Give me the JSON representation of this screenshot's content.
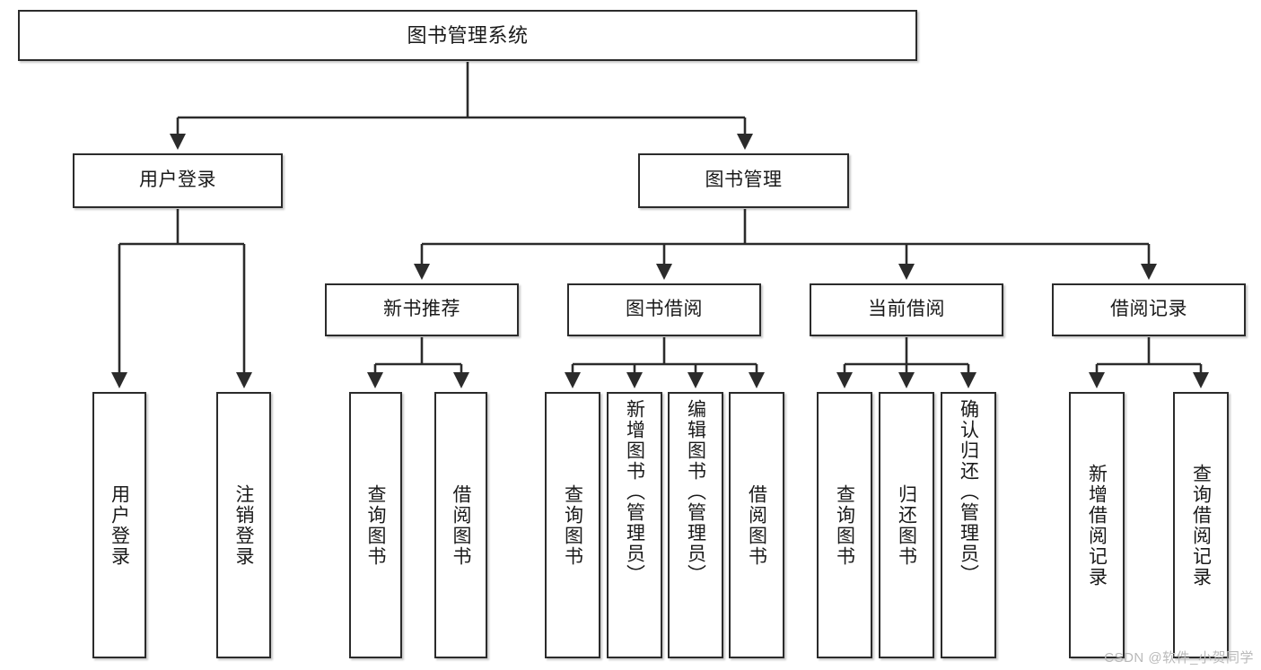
{
  "diagram": {
    "title": "图书管理系统",
    "type": "tree",
    "root": {
      "id": "root",
      "label": "图书管理系统"
    },
    "level2": [
      {
        "id": "user-login",
        "label": "用户登录"
      },
      {
        "id": "book-management",
        "label": "图书管理"
      }
    ],
    "level3": [
      {
        "id": "new-book-recommend",
        "label": "新书推荐",
        "parent": "book-management"
      },
      {
        "id": "book-borrow",
        "label": "图书借阅",
        "parent": "book-management"
      },
      {
        "id": "current-borrow",
        "label": "当前借阅",
        "parent": "book-management"
      },
      {
        "id": "borrow-record",
        "label": "借阅记录",
        "parent": "book-management"
      }
    ],
    "leaves": [
      {
        "id": "leaf-user-login",
        "label": "用户登录",
        "parent": "user-login"
      },
      {
        "id": "leaf-logout-login",
        "label": "注销登录",
        "parent": "user-login"
      },
      {
        "id": "leaf-query-book-1",
        "label": "查询图书",
        "parent": "new-book-recommend"
      },
      {
        "id": "leaf-borrow-book-1",
        "label": "借阅图书",
        "parent": "new-book-recommend"
      },
      {
        "id": "leaf-query-book-2",
        "label": "查询图书",
        "parent": "book-borrow"
      },
      {
        "id": "leaf-add-book",
        "label": "新增图书（管理员）",
        "parent": "book-borrow"
      },
      {
        "id": "leaf-edit-book",
        "label": "编辑图书（管理员）",
        "parent": "book-borrow"
      },
      {
        "id": "leaf-borrow-book-2",
        "label": "借阅图书",
        "parent": "book-borrow"
      },
      {
        "id": "leaf-query-book-3",
        "label": "查询图书",
        "parent": "current-borrow"
      },
      {
        "id": "leaf-return-book",
        "label": "归还图书",
        "parent": "current-borrow"
      },
      {
        "id": "leaf-confirm-return",
        "label": "确认归还（管理员）",
        "parent": "current-borrow"
      },
      {
        "id": "leaf-add-record",
        "label": "新增借阅记录",
        "parent": "borrow-record"
      },
      {
        "id": "leaf-query-record",
        "label": "查询借阅记录",
        "parent": "borrow-record"
      }
    ],
    "colors": {
      "stroke": "#2b2b2b",
      "fill": "#ffffff",
      "text": "#1a1a1a",
      "watermark": "#b9b9b9"
    }
  },
  "watermark": {
    "text": "CSDN @软件_小贺同学"
  }
}
